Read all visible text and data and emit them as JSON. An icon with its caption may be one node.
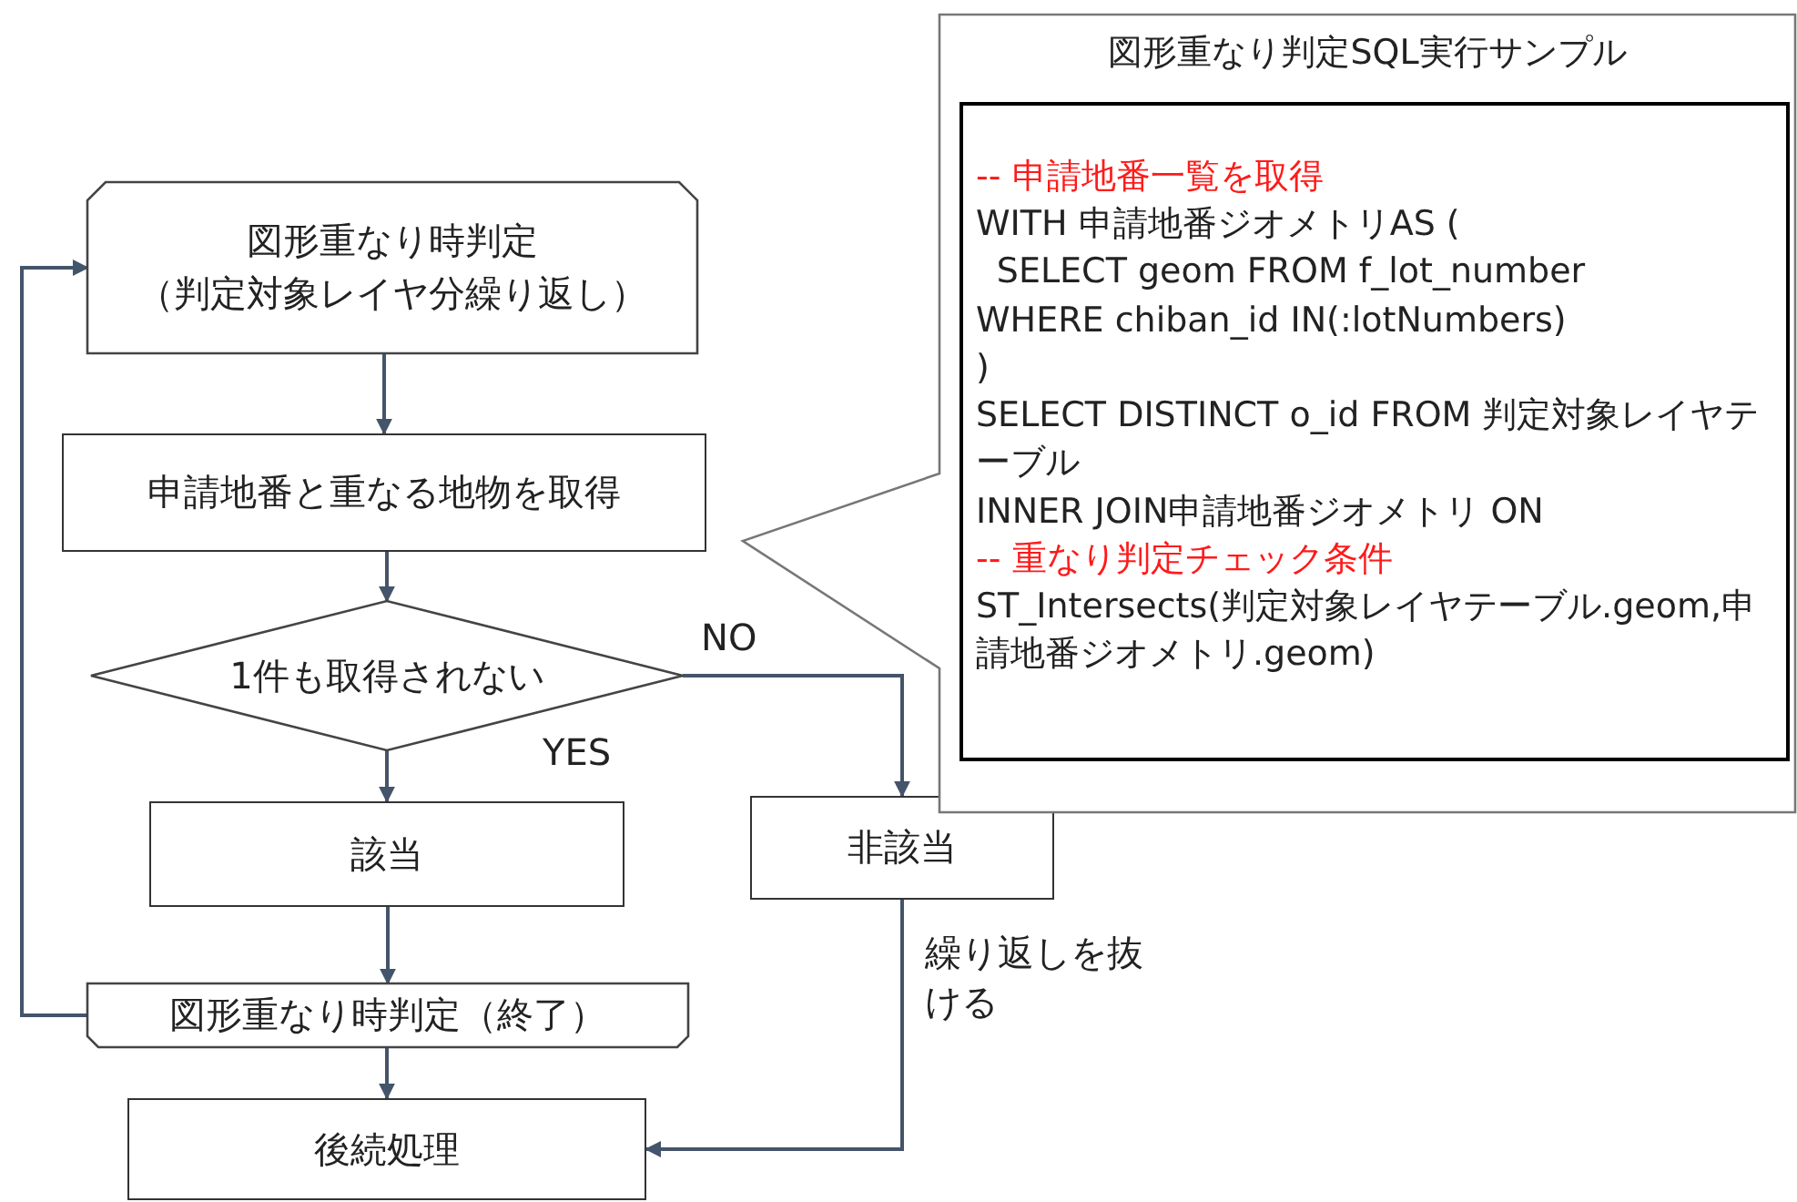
{
  "diagram": {
    "nodes": [
      {
        "text": [
          "図形重なり時判定",
          "（判定対象レイヤ分繰り返し）"
        ]
      },
      {
        "text": [
          "申請地番と重なる地物を取得"
        ]
      },
      {
        "text": [
          "1件も取得されない"
        ]
      },
      {
        "text": [
          "該当"
        ]
      },
      {
        "text": [
          "非該当"
        ]
      },
      {
        "text": [
          "図形重なり時判定（終了）"
        ]
      },
      {
        "text": [
          "後続処理"
        ]
      },
      {
        "text": [
          "図形重なり判定SQL実行サンプル"
        ]
      },
      {
        "text": [
          "-- 申請地番一覧を取得",
          "WITH 申請地番ジオメトリAS (",
          "SELECT geom FROM  f_lot_number",
          "WHERE chiban_id IN(:lotNumbers)",
          ")",
          "SELECT DISTINCT o_id FROM 判定対象レイヤテーブル",
          "INNER JOIN申請地番ジオメトリ ON",
          "-- 重なり判定チェック条件",
          "ST_Intersects(判定対象レイヤテーブル.geom,申請地番ジオメトリ.geom)"
        ],
        "in": 7
      }
    ],
    "edges": [
      {
        "from": 0,
        "to": 1,
        "arrow": "to"
      },
      {
        "from": 1,
        "to": 2,
        "arrow": "to"
      },
      {
        "from": 2,
        "to": 3,
        "arrow": "to",
        "label": "YES"
      },
      {
        "from": 2,
        "to": 4,
        "arrow": "to",
        "label": "NO"
      },
      {
        "from": 3,
        "to": 5,
        "arrow": "to"
      },
      {
        "from": 5,
        "to": 6,
        "arrow": "to"
      },
      {
        "from": 5,
        "to": 0,
        "arrow": "to"
      },
      {
        "from": 4,
        "to": 6,
        "arrow": "to",
        "label": "繰り返しを抜ける"
      }
    ]
  }
}
